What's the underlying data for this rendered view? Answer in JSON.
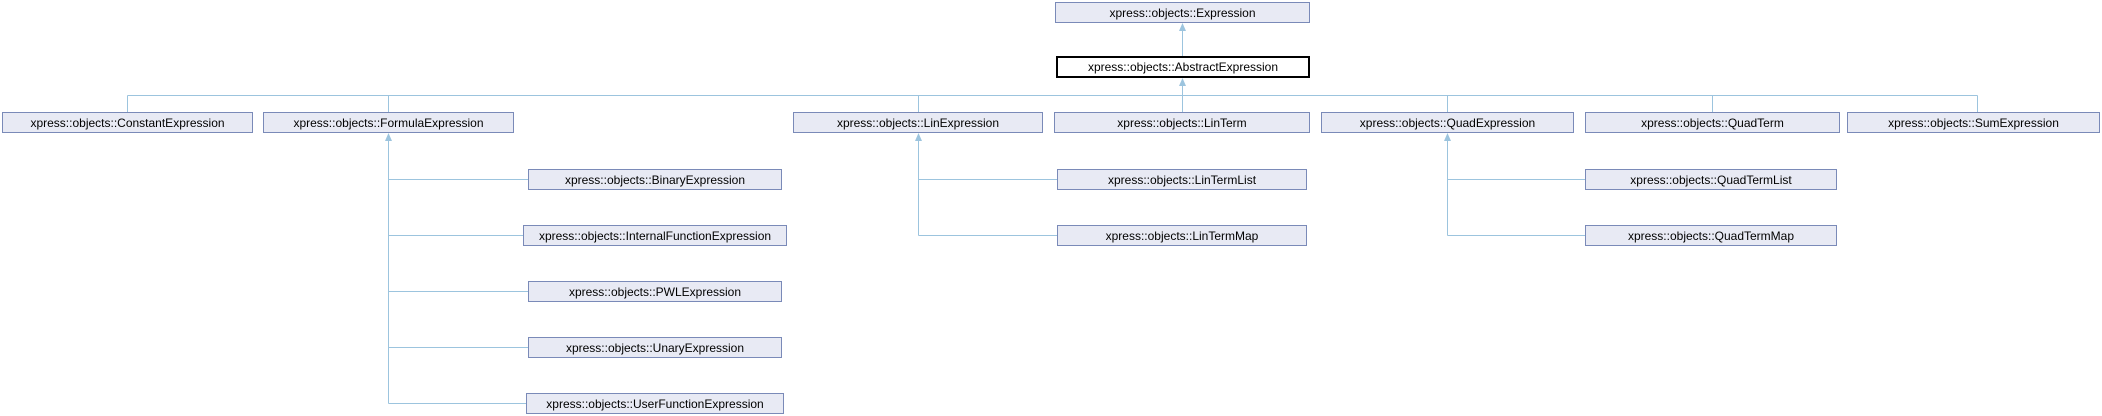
{
  "diagram": {
    "type": "class-inheritance-graph",
    "nodes": {
      "expression": "xpress::objects::Expression",
      "abstract_expression": "xpress::objects::AbstractExpression",
      "constant_expression": "xpress::objects::ConstantExpression",
      "formula_expression": "xpress::objects::FormulaExpression",
      "lin_expression": "xpress::objects::LinExpression",
      "lin_term": "xpress::objects::LinTerm",
      "quad_expression": "xpress::objects::QuadExpression",
      "quad_term": "xpress::objects::QuadTerm",
      "sum_expression": "xpress::objects::SumExpression",
      "binary_expression": "xpress::objects::BinaryExpression",
      "internal_function_expression": "xpress::objects::InternalFunctionExpression",
      "pwl_expression": "xpress::objects::PWLExpression",
      "unary_expression": "xpress::objects::UnaryExpression",
      "user_function_expression": "xpress::objects::UserFunctionExpression",
      "lin_term_list": "xpress::objects::LinTermList",
      "lin_term_map": "xpress::objects::LinTermMap",
      "quad_term_list": "xpress::objects::QuadTermList",
      "quad_term_map": "xpress::objects::QuadTermMap"
    },
    "relationships": {
      "expression_children": [
        "abstract_expression"
      ],
      "abstract_expression_children": [
        "constant_expression",
        "formula_expression",
        "lin_expression",
        "lin_term",
        "quad_expression",
        "quad_term",
        "sum_expression"
      ],
      "formula_expression_children": [
        "binary_expression",
        "internal_function_expression",
        "pwl_expression",
        "unary_expression",
        "user_function_expression"
      ],
      "lin_expression_children": [
        "lin_term_list",
        "lin_term_map"
      ],
      "quad_expression_children": [
        "quad_term_list",
        "quad_term_map"
      ]
    },
    "colors": {
      "node_fill": "#e8eaf4",
      "node_border": "#7a8ab8",
      "highlight_node_fill": "#ffffff",
      "highlight_node_border": "#000000",
      "edge": "#9cc4de",
      "text": "#000000",
      "background": "#ffffff"
    }
  }
}
